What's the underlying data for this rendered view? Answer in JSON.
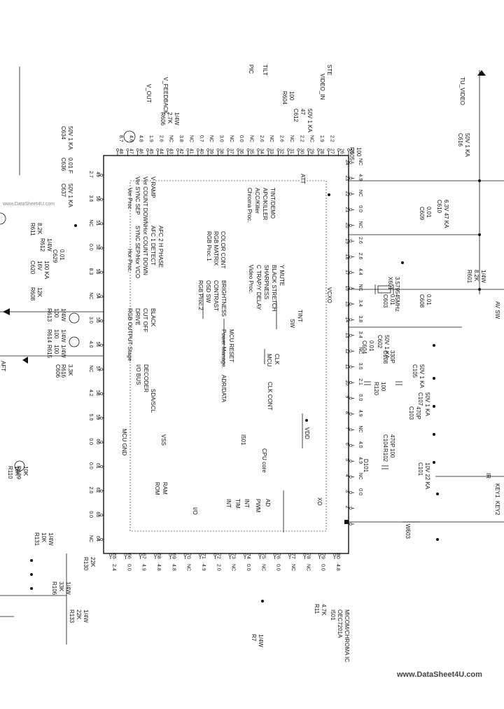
{
  "watermark": "www.DataSheet4U.com",
  "watermark_small": "www.DataSheet4U.com",
  "ic": {
    "part": "MICOM/CHROMA IC",
    "code": "OEC7201A",
    "ref": "I501"
  },
  "blocks": {
    "ver_proc": [
      "Ver Proc",
      "Ver SYNC SEP",
      "Ver COUNT DOWN",
      "V RAMP"
    ],
    "hor_proc": [
      "Hor Proc.",
      "SYNC SEP/Hor VCO",
      "Hor COUNT DOWN",
      "AFC 1 DETECT",
      "AFC 2 H PHASE"
    ],
    "chroma_proc": [
      "Chroma Proc.",
      "ACC/Killer",
      "APC/KILLER",
      "TINT/DEMO"
    ],
    "rgb_proc": [
      "RGB Proc.1",
      "RGB MATRIX",
      "COLOR CONT"
    ],
    "video_proc": [
      "Video Proc.",
      "C TRAP/Y DELAY",
      "SHARPNESS",
      "BLACK STRETCH",
      "Y MUTE"
    ],
    "rgb_proc2": [
      "RGB Proc.2",
      "OSD SW",
      "CONTRAST",
      "BRIGHTNESS"
    ],
    "rgb_output": [
      "RGB OUTPUT Stage",
      "DRIVE",
      "CUT OFF",
      "BLACK"
    ],
    "power": [
      "Power Manage.",
      "MCU RESET"
    ],
    "mcu_clk": [
      "MCU",
      "CLK"
    ],
    "io_bus": [
      "I/O BUS",
      "DECODER"
    ],
    "sda": "SDA/SCL",
    "adr": "ADR/DATA",
    "clk_cont": "CLK CONT",
    "mcu_gnd": "MCU GND",
    "vss": "VSS",
    "cpu": "CPU core",
    "vdd": "VDD",
    "rom": [
      "ROM",
      "RAM"
    ],
    "io": "I/O",
    "xo": "XO",
    "peripherals": [
      "INT",
      "TIM",
      "INT",
      "PWM",
      "AD"
    ],
    "vcxo": "VCXO",
    "att": "ATT",
    "sw": [
      "SW",
      "TINT"
    ]
  },
  "pins_top": [
    "48",
    "47",
    "46",
    "45",
    "44",
    "43",
    "42",
    "41",
    "40",
    "39",
    "38",
    "37",
    "36",
    "35",
    "34",
    "33",
    "32",
    "31",
    "30",
    "29",
    "28",
    "27",
    "26",
    "25"
  ],
  "pins_right": [
    "24",
    "23",
    "22",
    "21",
    "20",
    "19",
    "18",
    "17",
    "16",
    "15",
    "14",
    "13",
    "12",
    "11",
    "10",
    "9",
    "8",
    "7",
    "6",
    "5",
    "4",
    "3",
    "2",
    "1"
  ],
  "pins_bottom": [
    "65",
    "66",
    "67",
    "68",
    "69",
    "70",
    "71",
    "72",
    "73",
    "74",
    "75",
    "76",
    "77",
    "78",
    "79",
    "80"
  ],
  "pins_left": [
    "49",
    "50",
    "51",
    "52",
    "53",
    "54",
    "55",
    "56",
    "57",
    "58",
    "59",
    "60",
    "61",
    "62",
    "63",
    "64"
  ],
  "voltages_top": [
    "8.7",
    "4.6",
    "4.8",
    "1.9",
    "2.6",
    "NC",
    "3.8",
    "NC",
    "0.7",
    "NC",
    "3.0",
    "NC",
    "0.0",
    "NC",
    "2.6",
    "NC",
    "2.6",
    "NC",
    "2.2",
    "NC",
    "1.9",
    "2.2"
  ],
  "voltages_bottom": [
    "2.4",
    "0.0",
    "4.9",
    "4.8",
    "4.8",
    "NC",
    "4.9",
    "2.0",
    "NC",
    "0.0",
    "NC",
    "0.0",
    "NC",
    "NC",
    "0.0",
    "4.8"
  ],
  "voltages_left": [
    "2.7",
    "3.6",
    "NC",
    "0.0",
    "8.3",
    "NC",
    "3.0",
    "4.0",
    "NC",
    "4.2",
    "5.0",
    "0.0",
    "0.0",
    "2.0",
    "0.0",
    "NC"
  ],
  "voltages_right": [
    "NC",
    "4.9",
    "NC",
    "0.0",
    "NC",
    "2.6",
    "2.6",
    "4.4",
    "NC",
    "3.4",
    "3.8",
    "3.4",
    "NC",
    "3.0",
    "2.1",
    "0.0",
    "4.9",
    "NC",
    "4.0",
    "4.9",
    "NC",
    "0.0"
  ],
  "components": {
    "r606": [
      "R606",
      "2.7K",
      "1/4W"
    ],
    "r604": [
      "R604",
      "100"
    ],
    "c612": [
      "C612",
      "47",
      "50V 1 KA"
    ],
    "c616": [
      "C616",
      "50V 1 KA"
    ],
    "c634": [
      "C634",
      "50V 1 KA"
    ],
    "c636": [
      "C636",
      "0.01 F"
    ],
    "c637": [
      "C637",
      "50V 1 KA"
    ],
    "r611": [
      "R611",
      "8.2K"
    ],
    "r612": [
      "R612",
      "1/4W"
    ],
    "c620": [
      "C620",
      "16V",
      "100 KA"
    ],
    "c629": [
      "C629",
      "0.01"
    ],
    "r608": [
      "R608",
      "12K"
    ],
    "r613": [
      "R613",
      "100",
      "1/4W"
    ],
    "r614": [
      "R614",
      "100",
      "1/4W"
    ],
    "r615": [
      "R615",
      "100",
      "1/4W"
    ],
    "r616": [
      "R616",
      "3.3K"
    ],
    "c606": [
      "C606"
    ],
    "r110": [
      "R110",
      "10K"
    ],
    "r109": [
      "R109",
      "10K"
    ],
    "r131": [
      "R131",
      "10K",
      "1/4W"
    ],
    "r130": [
      "R130",
      "22K"
    ],
    "r106": [
      "R106",
      "33K",
      "1/4W"
    ],
    "r133": [
      "R133",
      "22K",
      "1/4W"
    ],
    "r605": [
      "R605",
      "100"
    ],
    "x601": [
      "X601",
      "3.579545MHz"
    ],
    "c603": [
      "C603",
      "0.01"
    ],
    "c608": [
      "C608",
      "0.01"
    ],
    "r601": [
      "R601",
      "8.2K",
      "1/4W"
    ],
    "c609": [
      "C609",
      "0.01"
    ],
    "c610": [
      "C610",
      "6.3V 47 KA"
    ],
    "c604": [
      "C604",
      "0.01"
    ],
    "c602": [
      "C602",
      "50V 1 KA"
    ],
    "c108": [
      "C108",
      "330P"
    ],
    "c105": [
      "C105",
      "50V 1 KA"
    ],
    "r120": [
      "R120",
      "100"
    ],
    "c107": [
      "C107",
      "50V 1 KA"
    ],
    "c103": [
      "C103",
      "470P"
    ],
    "c104": [
      "C104",
      "470P"
    ],
    "r102": [
      "R102",
      "100"
    ],
    "c101": [
      "C101",
      "10V 22 KA"
    ],
    "r11": [
      "R11",
      "4.7K"
    ],
    "r7": [
      "R7",
      "1/4W"
    ],
    "d101": [
      "D101"
    ],
    "w603": [
      "W603"
    ]
  },
  "net_labels": {
    "v_out": "V_OUT",
    "v_feedback": "V_FEEDBACK",
    "video_in": "VIDEO_IN",
    "tu_video": "TU_VIDEO",
    "pic_tilt": [
      "PIC",
      "TILT"
    ],
    "ste": "STE",
    "key1": "KEY1",
    "key2": "KEY2",
    "ir": "IR",
    "avsw": "AV SW",
    "aft": "AFT"
  }
}
